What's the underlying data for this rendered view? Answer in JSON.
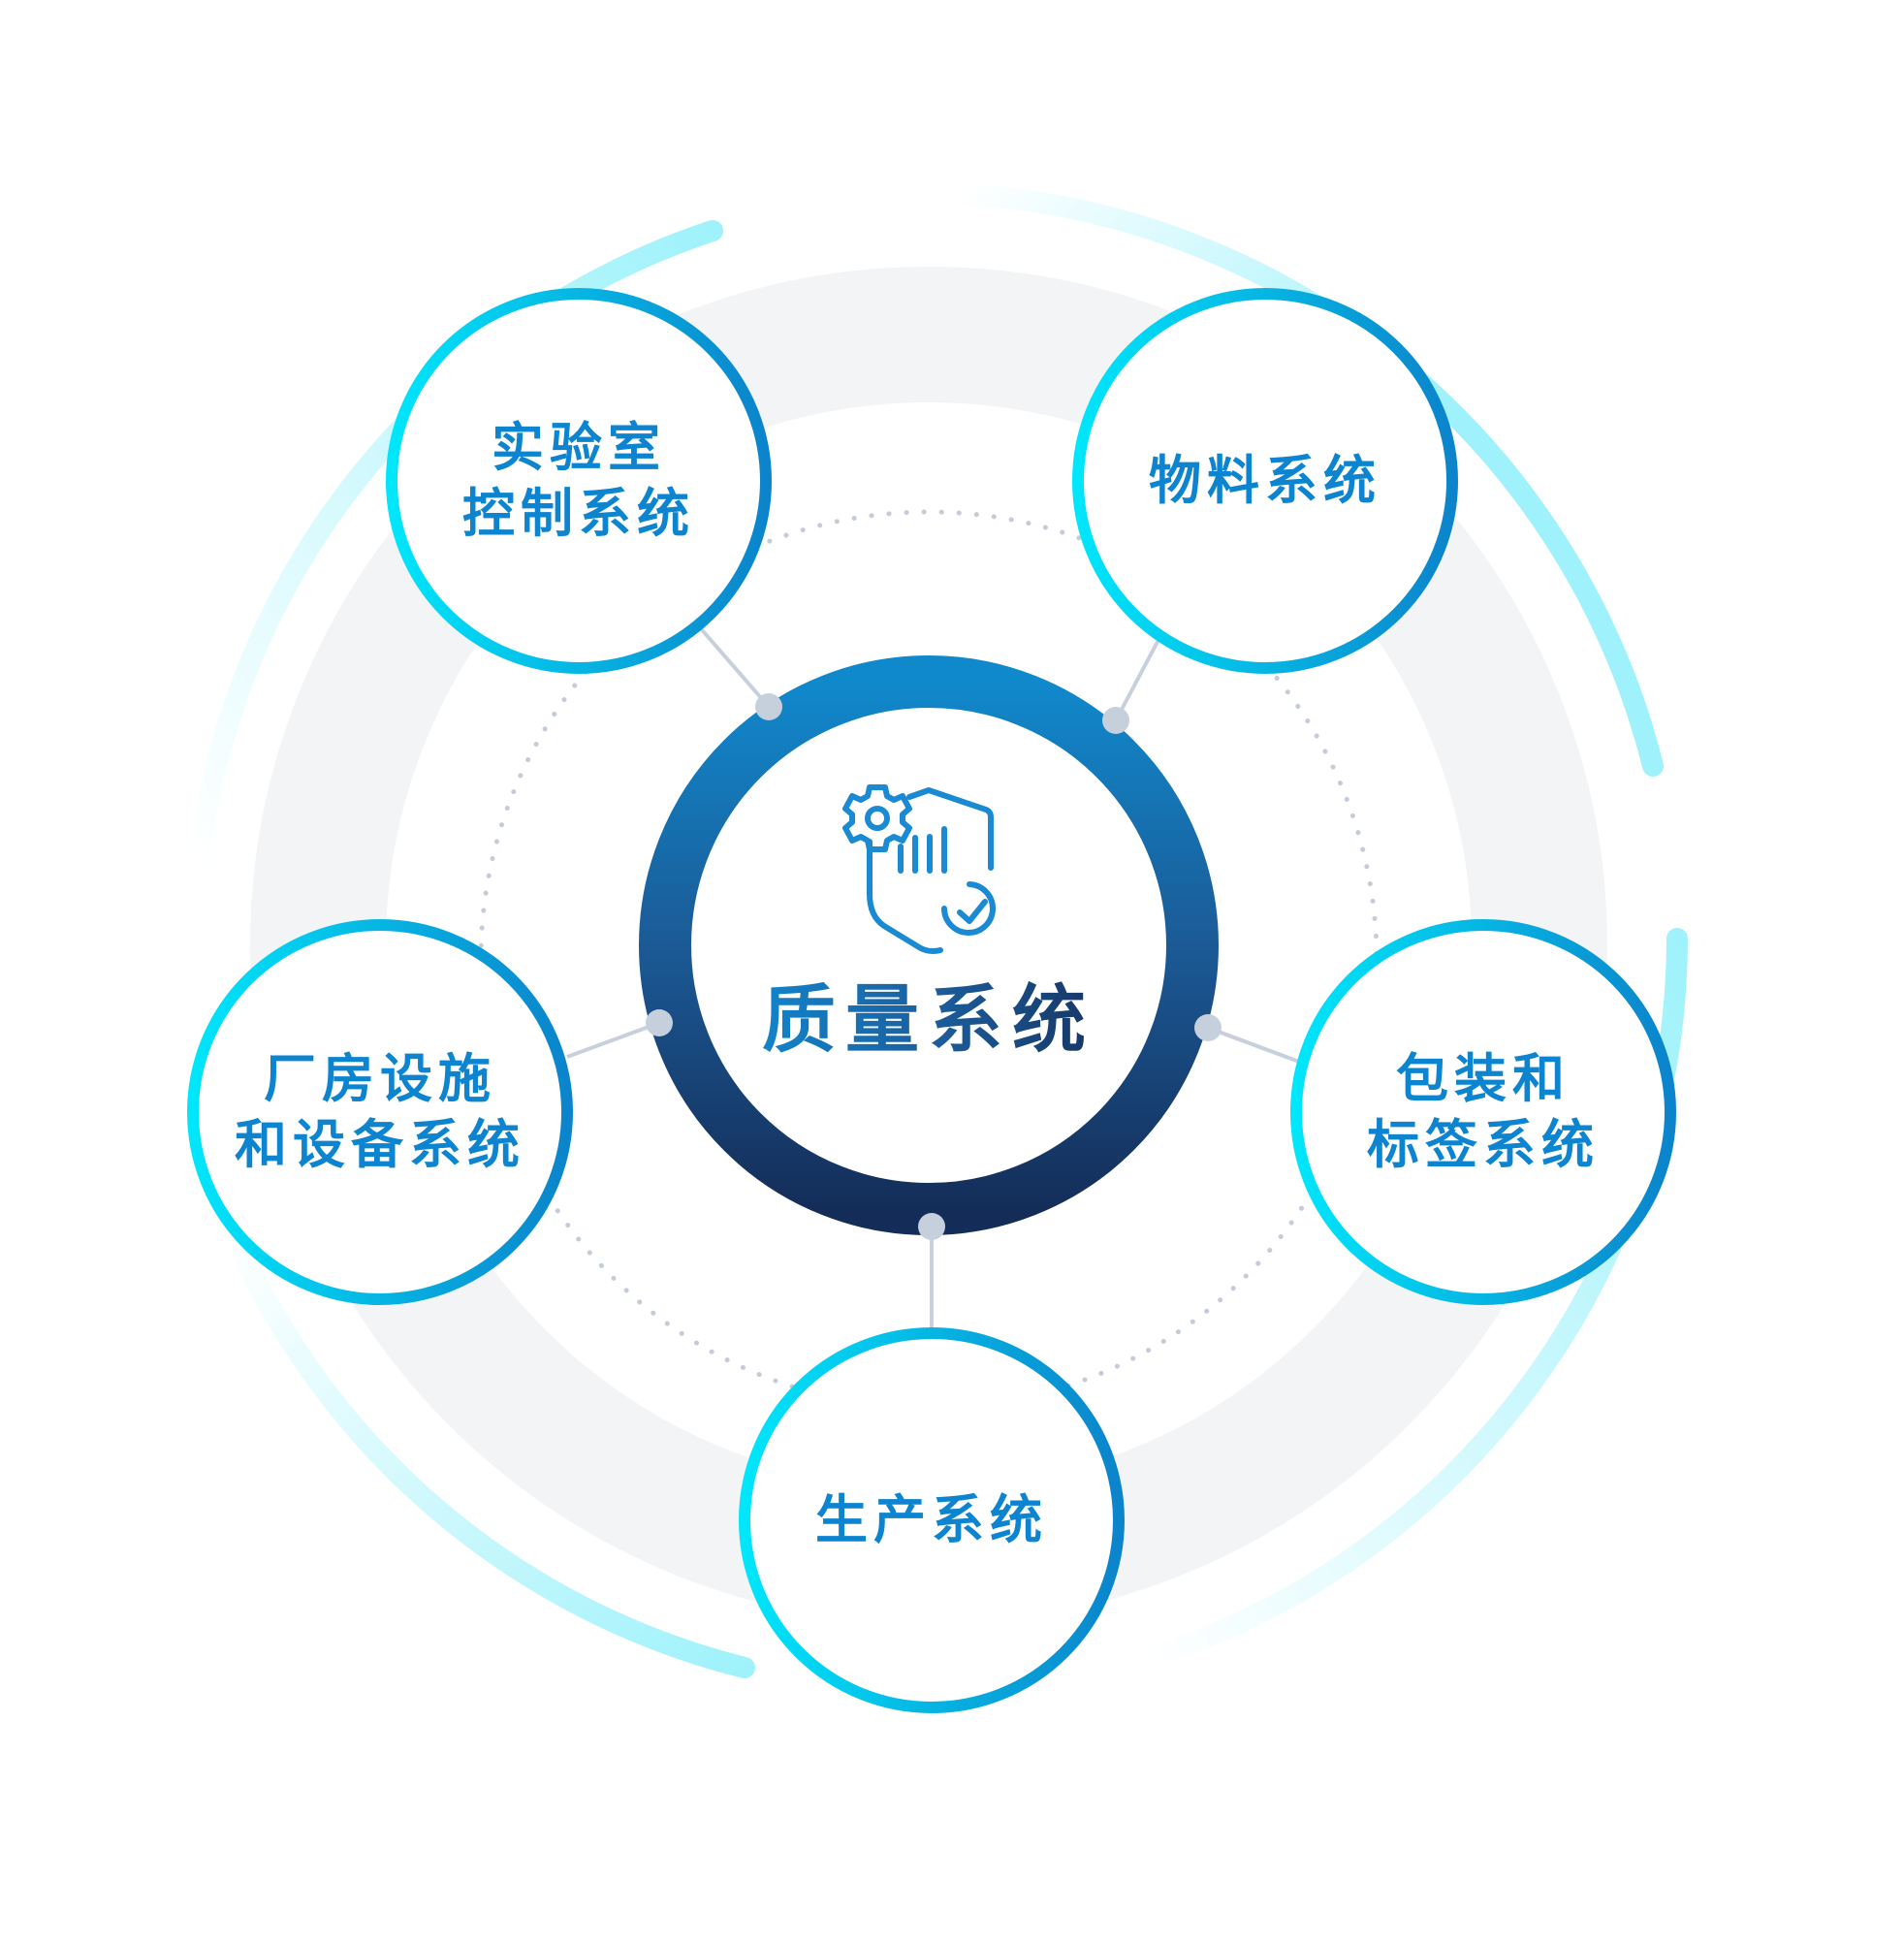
{
  "diagram": {
    "center": {
      "label": "质量系统",
      "icon": "shield-gear-chart-check-icon"
    },
    "nodes": [
      {
        "id": "lab",
        "lines": [
          "实验室",
          "控制系统"
        ],
        "label": "实验室控制系统"
      },
      {
        "id": "material",
        "lines": [
          "物料系统"
        ],
        "label": "物料系统"
      },
      {
        "id": "facilities",
        "lines": [
          "厂房设施",
          "和设备系统"
        ],
        "label": "厂房设施和设备系统"
      },
      {
        "id": "packaging",
        "lines": [
          "包装和",
          "标签系统"
        ],
        "label": "包装和标签系统"
      },
      {
        "id": "production",
        "lines": [
          "生产系统"
        ],
        "label": "生产系统"
      }
    ]
  },
  "colors": {
    "node_ring_start": "#00e5fb",
    "node_ring_end": "#0a86cc",
    "node_text": "#0d84cf",
    "center_ring_top": "#1289cc",
    "center_ring_bottom": "#15305e",
    "connector": "#c5cfdc",
    "bg_ring": "#f3f5f7",
    "outer_arc": "#9ff1fb"
  }
}
